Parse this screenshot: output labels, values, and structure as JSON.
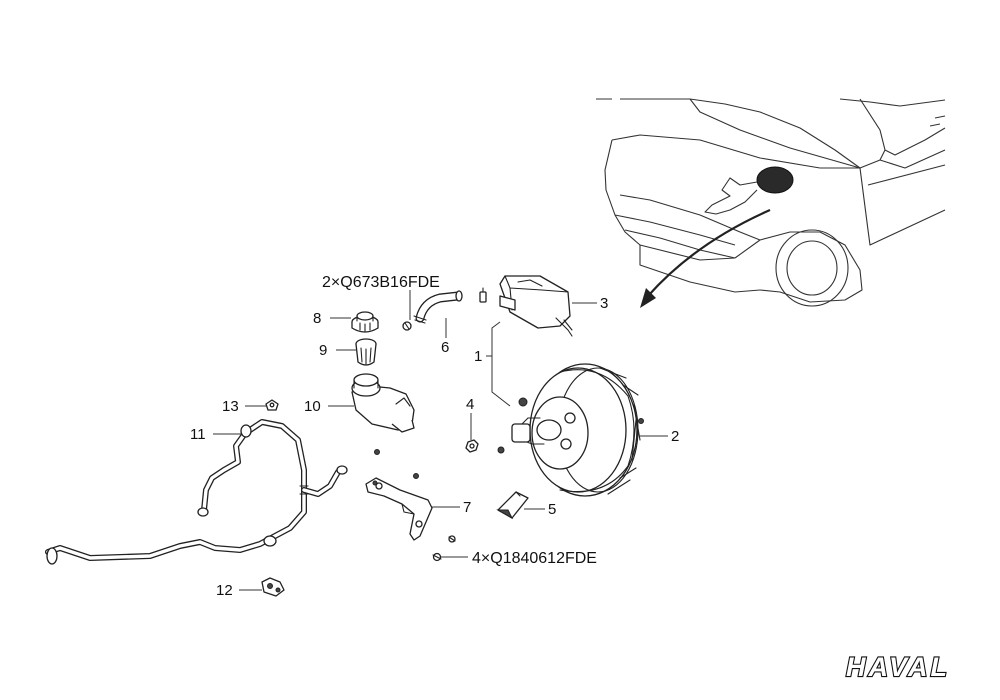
{
  "diagram": {
    "callouts": [
      {
        "id": "1",
        "label": "1"
      },
      {
        "id": "2",
        "label": "2"
      },
      {
        "id": "3",
        "label": "3"
      },
      {
        "id": "4",
        "label": "4"
      },
      {
        "id": "5",
        "label": "5"
      },
      {
        "id": "6",
        "label": "6"
      },
      {
        "id": "7",
        "label": "7"
      },
      {
        "id": "8",
        "label": "8"
      },
      {
        "id": "9",
        "label": "9"
      },
      {
        "id": "10",
        "label": "10"
      },
      {
        "id": "11",
        "label": "11"
      },
      {
        "id": "12",
        "label": "12"
      },
      {
        "id": "13",
        "label": "13"
      }
    ],
    "fastener_codes": {
      "top": "2×Q673B16FDE",
      "bottom": "4×Q1840612FDE"
    },
    "brand_logo": "HAVAL"
  }
}
